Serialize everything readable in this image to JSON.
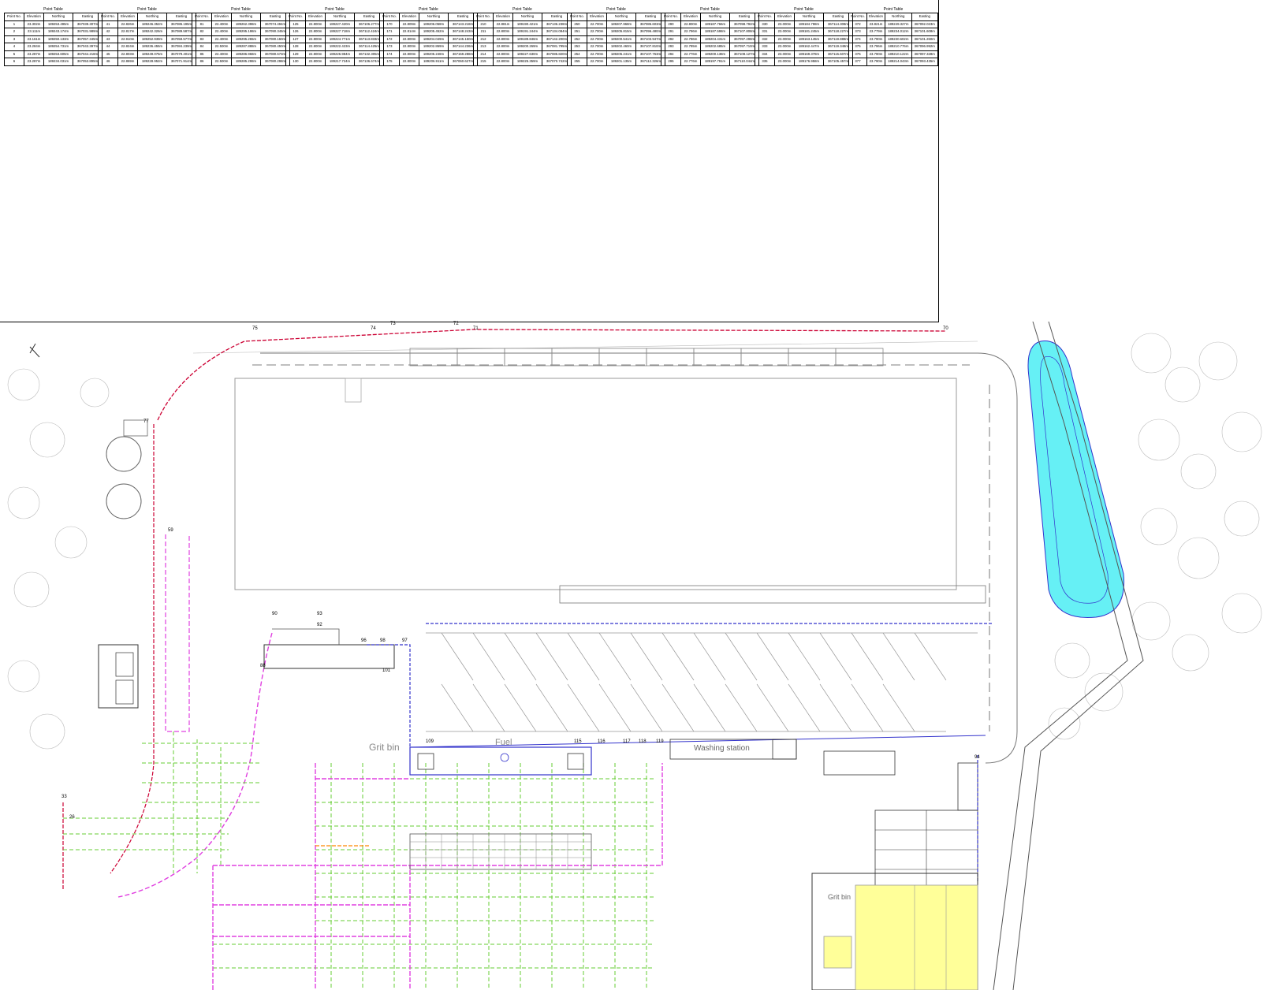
{
  "table_title": "Point Table",
  "headers": [
    "Point No.",
    "Elevation",
    "Northing",
    "Easting"
  ],
  "tables": [
    {
      "rows": [
        [
          "1",
          "23.302m",
          "189253.495m",
          "367039.307m"
        ],
        [
          "2",
          "23.111m",
          "189243.174m",
          "367031.989m"
        ],
        [
          "3",
          "23.161m",
          "189250.133m",
          "367057.345m"
        ],
        [
          "4",
          "23.284m",
          "189254.731m",
          "367043.397m"
        ],
        [
          "5",
          "23.287m",
          "189253.605m",
          "367044.218m"
        ],
        [
          "6",
          "23.287m",
          "189234.031m",
          "367053.895m"
        ]
      ]
    },
    {
      "rows": [
        [
          "41",
          "22.826m",
          "189246.352m",
          "367086.195m"
        ],
        [
          "42",
          "22.817m",
          "189242.326m",
          "367089.587m"
        ],
        [
          "43",
          "22.910m",
          "189252.939m",
          "367059.577m"
        ],
        [
          "44",
          "22.824m",
          "189236.455m",
          "367084.239m"
        ],
        [
          "45",
          "22.803m",
          "189249.075m",
          "367079.401m"
        ],
        [
          "46",
          "22.869m",
          "189228.952m",
          "367071.914m"
        ]
      ]
    },
    {
      "rows": [
        [
          "81",
          "22.400m",
          "189262.398m",
          "367074.494m"
        ],
        [
          "82",
          "22.400m",
          "189295.198m",
          "367090.345m"
        ],
        [
          "83",
          "22.400m",
          "189295.265m",
          "367080.160m"
        ],
        [
          "84",
          "22.500m",
          "189287.888m",
          "367080.450m"
        ],
        [
          "85",
          "22.400m",
          "189286.968m",
          "367080.673m"
        ],
        [
          "86",
          "22.500m",
          "189285.298m",
          "367080.298m"
        ]
      ]
    },
    {
      "rows": [
        [
          "125",
          "22.800m",
          "189227.420m",
          "367106.277m"
        ],
        [
          "126",
          "22.800m",
          "189227.718m",
          "367112.424m"
        ],
        [
          "127",
          "22.800m",
          "189224.771m",
          "367113.833m"
        ],
        [
          "128",
          "22.800m",
          "189222.423m",
          "367114.425m"
        ],
        [
          "129",
          "22.800m",
          "189226.984m",
          "367132.305m"
        ],
        [
          "130",
          "22.800m",
          "189217.724m",
          "367136.674m"
        ]
      ]
    },
    {
      "rows": [
        [
          "170",
          "22.809m",
          "189206.058m",
          "367143.218m"
        ],
        [
          "171",
          "22.814m",
          "189205.452m",
          "367148.243m"
        ],
        [
          "172",
          "22.800m",
          "189204.049m",
          "367145.150m"
        ],
        [
          "173",
          "22.800m",
          "189202.869m",
          "367144.236m"
        ],
        [
          "174",
          "22.800m",
          "189205.248m",
          "367159.288m"
        ],
        [
          "175",
          "22.800m",
          "189206.911m",
          "367060.627m"
        ]
      ]
    },
    {
      "rows": [
        [
          "210",
          "22.881m",
          "189190.421m",
          "367136.238m"
        ],
        [
          "211",
          "22.800m",
          "189191.244m",
          "367134.084m"
        ],
        [
          "212",
          "22.800m",
          "189189.846m",
          "367142.200m"
        ],
        [
          "213",
          "22.800m",
          "189200.269m",
          "367081.795m"
        ],
        [
          "214",
          "22.800m",
          "189227.630m",
          "367085.820m"
        ],
        [
          "215",
          "22.800m",
          "189225.359m",
          "367070.742m"
        ]
      ]
    },
    {
      "rows": [
        [
          "250",
          "22.700m",
          "189207.968m",
          "367086.603m"
        ],
        [
          "251",
          "22.700m",
          "189205.815m",
          "367096.480m"
        ],
        [
          "252",
          "22.700m",
          "189200.541m",
          "367103.947m"
        ],
        [
          "253",
          "22.700m",
          "189202.460m",
          "367107.810m"
        ],
        [
          "254",
          "22.700m",
          "189205.241m",
          "367107.763m"
        ],
        [
          "255",
          "22.700m",
          "189201.135m",
          "367112.326m"
        ]
      ]
    },
    {
      "rows": [
        [
          "290",
          "22.800m",
          "189187.766m",
          "367098.792m"
        ],
        [
          "291",
          "22.796m",
          "189187.598m",
          "367107.808m"
        ],
        [
          "292",
          "22.786m",
          "189204.431m",
          "367097.298m"
        ],
        [
          "293",
          "22.785m",
          "189202.685m",
          "367097.710m"
        ],
        [
          "294",
          "22.776m",
          "189200.138m",
          "367108.127m"
        ],
        [
          "295",
          "22.776m",
          "189197.791m",
          "367110.044m"
        ]
      ]
    },
    {
      "rows": [
        [
          "330",
          "23.000m",
          "189184.798m",
          "367114.308m"
        ],
        [
          "331",
          "23.000m",
          "189181.245m",
          "367118.227m"
        ],
        [
          "332",
          "23.000m",
          "189163.145m",
          "367119.888m"
        ],
        [
          "333",
          "23.000m",
          "189162.447m",
          "367119.348m"
        ],
        [
          "334",
          "23.000m",
          "189169.378m",
          "367115.607m"
        ],
        [
          "335",
          "23.000m",
          "189176.958m",
          "367105.457m"
        ]
      ]
    },
    {
      "rows": [
        [
          "372",
          "23.821m",
          "189249.327m",
          "367092.023m"
        ],
        [
          "373",
          "23.779m",
          "189234.012m",
          "367101.608m"
        ],
        [
          "374",
          "23.790m",
          "189230.602m",
          "367101.260m"
        ],
        [
          "375",
          "23.796m",
          "189210.776m",
          "367096.992m"
        ],
        [
          "376",
          "23.790m",
          "189210.122m",
          "367097.328m"
        ],
        [
          "377",
          "23.790m",
          "189214.043m",
          "367093.435m"
        ]
      ]
    }
  ],
  "plan": {
    "labels": {
      "grit_bin_1": "Grit bin",
      "fuel": "Fuel",
      "washing_station": "Washing station",
      "grit_bin_2": "Grit bin"
    },
    "point_tags": [
      "75",
      "74",
      "73",
      "72",
      "71",
      "70",
      "77",
      "59",
      "90",
      "93",
      "92",
      "96",
      "97",
      "98",
      "101",
      "88",
      "109",
      "115",
      "116",
      "117",
      "118",
      "119",
      "94",
      "33",
      "26"
    ],
    "colors": {
      "pond_fill": "#66f0f5",
      "yard_fill": "#ffff99",
      "magenta_line": "#e040e0",
      "green_line": "#66cc33",
      "blue_line": "#3333cc",
      "red_line": "#cc0000"
    }
  }
}
